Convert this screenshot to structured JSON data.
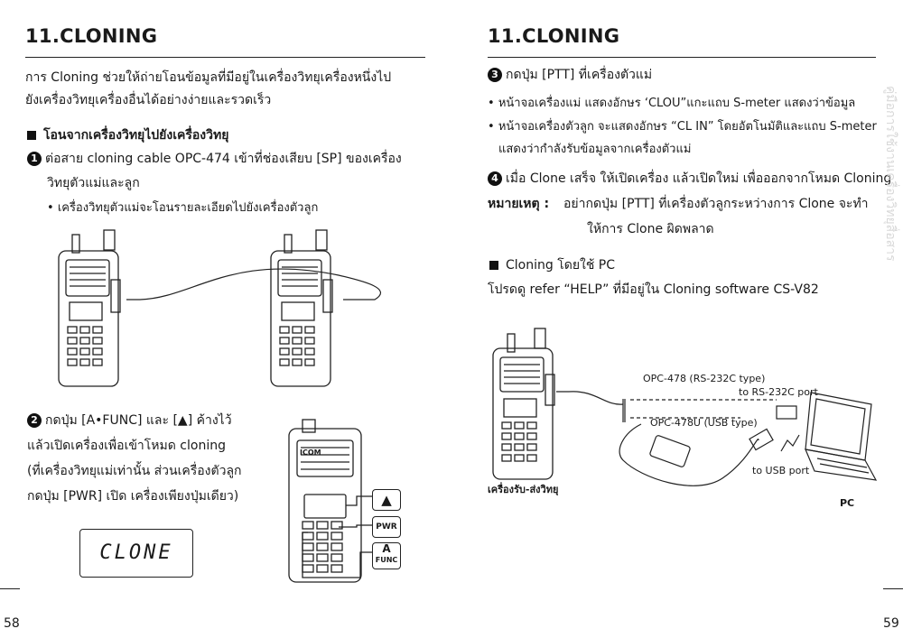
{
  "left": {
    "title": "11.CLONING",
    "intro": [
      "การ Cloning ช่วยให้ถ่ายโอนข้อมูลที่มีอยู่ในเครื่องวิทยุเครื่องหนึ่งไป",
      "ยังเครื่องวิทยุเครื่องอื่นได้อย่างง่ายและรวดเร็ว"
    ],
    "heading": "โอนจากเครื่องวิทยุไปยังเครื่องวิทยุ",
    "step1_num": "1",
    "step1": [
      "ต่อสาย cloning cable OPC-474  เข้าที่ช่องเสียบ [SP] ของเครื่อง",
      "วิทยุตัวแม่และลูก"
    ],
    "step1_bullet": "เครื่องวิทยุตัวแม่จะโอนรายละเอียดไปยังเครื่องตัวลูก",
    "step2_num": "2",
    "step2": [
      "กดปุ่ม [A•FUNC] และ [▲] ค้างไว้",
      "แล้วเปิดเครื่องเพื่อเข้าโหมด cloning",
      "(ที่เครื่องวิทยุแม่เท่านั้น ส่วนเครื่องตัวลูก",
      "กดปุ่ม [PWR] เปิด เครื่องเพียงปุ่มเดียว)"
    ],
    "lcd": "CLONE",
    "keys": {
      "up": "▲",
      "pwr": "PWR",
      "func_a": "A",
      "func": "FUNC",
      "brand": "ICOM"
    },
    "page": "58"
  },
  "right": {
    "title": "11.CLONING",
    "step3_num": "3",
    "step3": "กดปุ่ม [PTT] ที่เครื่องตัวแม่",
    "bullets": [
      "หน้าจอเครื่องแม่ แสดงอักษร ‘CLOU”แกะแถบ S-meter แสดงว่าข้อมูล",
      "หน้าจอเครื่องตัวลูก จะแสดงอักษร “CL IN” โดยอัตโนมัติและแถบ S-meter"
    ],
    "bullet2_cont": "แสดงว่ากำลังรับข้อมูลจากเครื่องตัวแม่",
    "step4_num": "4",
    "step4": "เมื่อ Clone เสร็จ ให้เปิดเครื่อง แล้วเปิดใหม่ เพื่อออกจากโหมด Cloning",
    "note_label": "หมายเหตุ :",
    "note": [
      "อย่ากดปุ่ม [PTT] ที่เครื่องตัวลูกระหว่างการ Clone จะทำ",
      "ให้การ Clone ผิดพลาด"
    ],
    "heading": "Cloning โดยใช้ PC",
    "pc_text": "โปรดดู refer “HELP” ที่มีอยู่ใน Cloning software CS-V82",
    "diagram": {
      "opc478": "OPC-478 (RS-232C type)",
      "to_rs232": "to RS-232C port",
      "opc478u": "OPC-478U (USB type)",
      "to_usb": "to USB port",
      "radio_label": "เครื่องรับ-ส่งวิทยุ",
      "pc_label": "PC"
    },
    "watermark": "คู่มือการใช้งานเครื่องวิทยุสื่อสาร",
    "page": "59"
  },
  "colors": {
    "text": "#1a1a1a",
    "rule": "#222222",
    "watermark": "#d8d8d8"
  }
}
